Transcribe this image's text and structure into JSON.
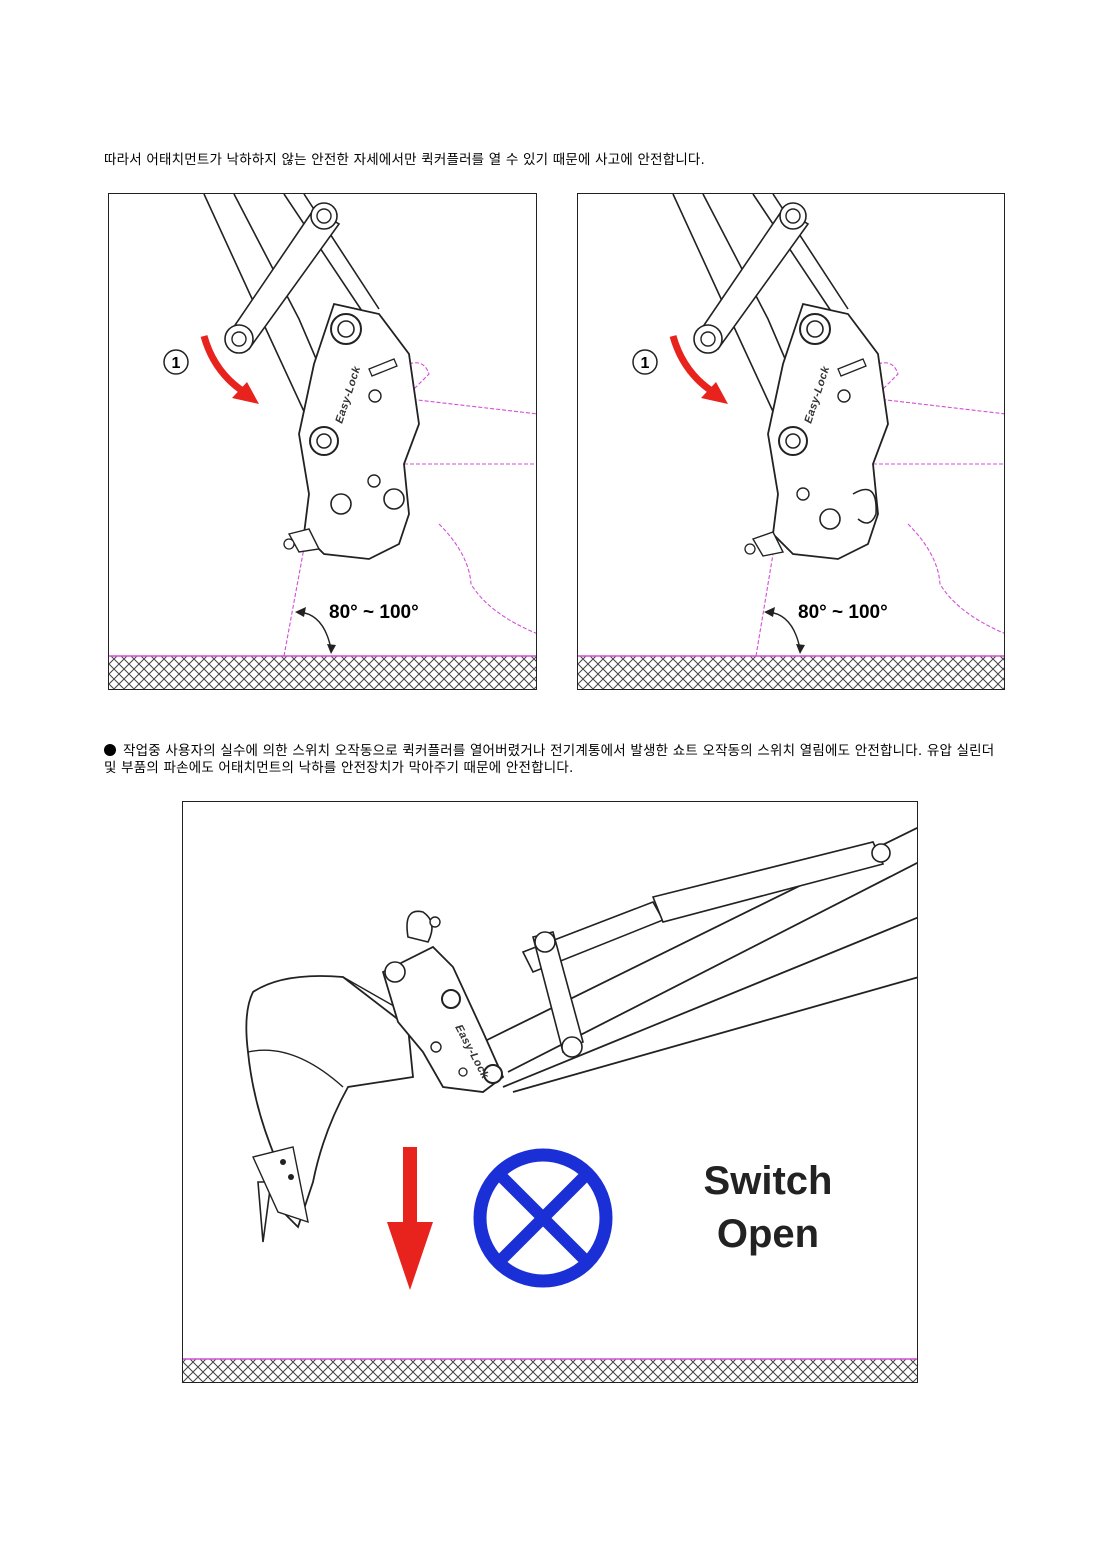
{
  "intro_text": "따라서 어태치먼트가 낙하하지 않는 안전한 자세에서만 퀵커플러를 열 수 있기 때문에 사고에 안전합니다.",
  "figure_top": {
    "step_number": "1",
    "angle_label": "80° ~ 100°",
    "brand_mark": "Easy-Lock"
  },
  "bullet_text": "작업중 사용자의 실수에 의한 스위치 오작동으로 퀵커플러를 열어버렸거나 전기계통에서 발생한 쇼트 오작동의 스위치 열림에도 안전합니다. 유압 실린더 및 부품의 파손에도 어태치먼트의 낙하를 안전장치가 막아주기 때문에 안전합니다.",
  "figure_bottom": {
    "switch_line1": "Switch",
    "switch_line2": "Open",
    "brand_mark": "Easy-Lock"
  },
  "colors": {
    "arrow_red": "#e8231e",
    "prohibit_blue": "#1a2fd6",
    "guide_magenta": "#d24fd6",
    "hatch": "#444444"
  },
  "icons": [
    "curved-arrow-icon",
    "down-arrow-icon",
    "prohibition-icon",
    "angle-arc-icon"
  ]
}
